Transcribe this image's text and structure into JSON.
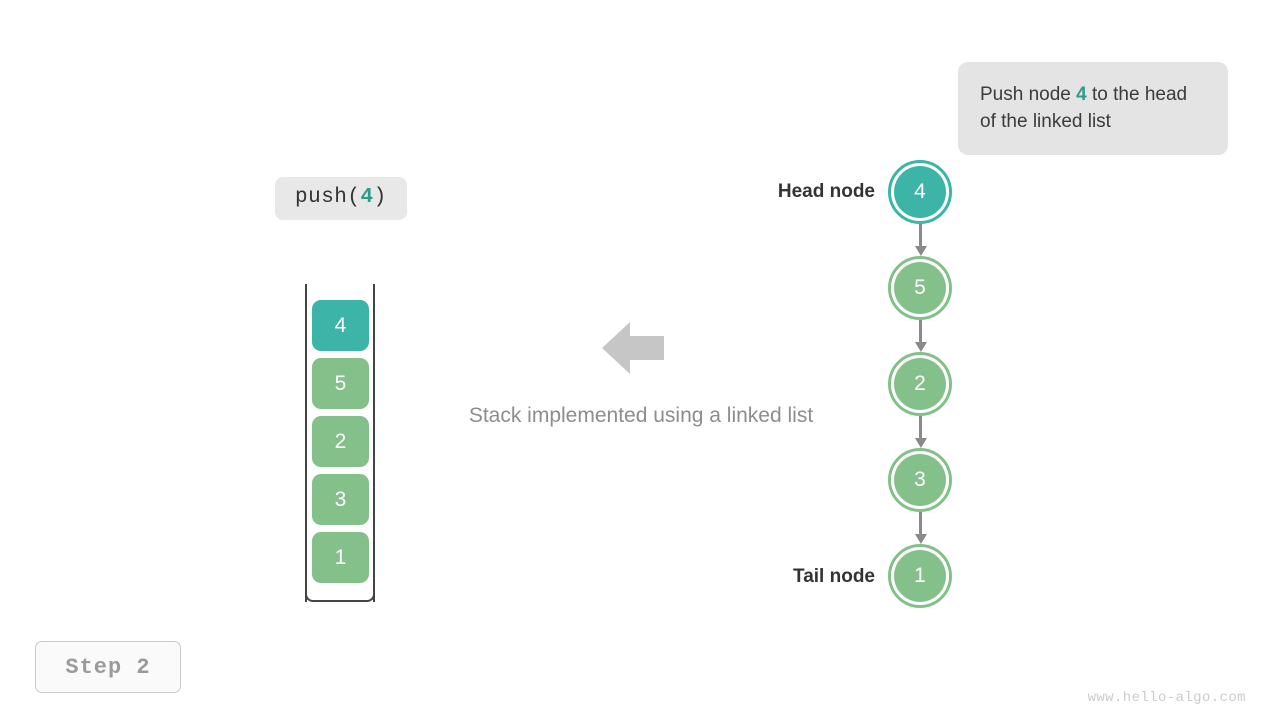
{
  "callout": {
    "text_before": "Push node ",
    "highlight": "4",
    "text_after": " to the head of the linked list"
  },
  "operation": {
    "name": "push(",
    "arg": "4",
    "close": ")"
  },
  "caption": "Stack implemented using a linked list",
  "labels": {
    "head": "Head node",
    "tail": "Tail node"
  },
  "step": {
    "badge": "Step 2"
  },
  "watermark": "www.hello-algo.com",
  "colors": {
    "accent_teal": "#3cb4a8",
    "node_green": "#84c08a",
    "connector_gray": "#8a8a8a",
    "arrow_gray": "#c6c6c6",
    "callout_bg": "#e4e4e4",
    "text_dark": "#3b3b3b"
  },
  "chart_data": {
    "type": "diagram",
    "title": "Stack implemented using a linked list",
    "stack": {
      "orientation": "vertical-top-is-head",
      "cells": [
        {
          "value": "4",
          "color": "#3cb4a8",
          "state": "new"
        },
        {
          "value": "5",
          "color": "#84c08a",
          "state": "existing"
        },
        {
          "value": "2",
          "color": "#84c08a",
          "state": "existing"
        },
        {
          "value": "3",
          "color": "#84c08a",
          "state": "existing"
        },
        {
          "value": "1",
          "color": "#84c08a",
          "state": "existing"
        }
      ]
    },
    "linked_list": {
      "nodes": [
        {
          "value": "4",
          "color": "#3cb4a8",
          "role": "head"
        },
        {
          "value": "5",
          "color": "#84c08a",
          "role": ""
        },
        {
          "value": "2",
          "color": "#84c08a",
          "role": ""
        },
        {
          "value": "3",
          "color": "#84c08a",
          "role": ""
        },
        {
          "value": "1",
          "color": "#84c08a",
          "role": "tail"
        }
      ],
      "links": 4,
      "link_direction": "head-to-tail"
    }
  }
}
